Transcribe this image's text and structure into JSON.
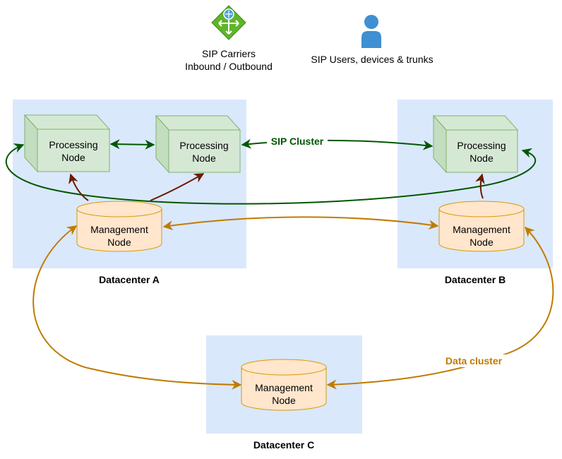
{
  "top": {
    "carriers_line1": "SIP Carriers",
    "carriers_line2": "Inbound / Outbound",
    "users": "SIP Users, devices & trunks"
  },
  "datacenters": {
    "a": "Datacenter A",
    "b": "Datacenter B",
    "c": "Datacenter C"
  },
  "nodes": {
    "processing_line1": "Processing",
    "processing_line2": "Node",
    "management_line1": "Management",
    "management_line2": "Node"
  },
  "clusters": {
    "sip": "SIP Cluster",
    "data": "Data cluster"
  },
  "colors": {
    "datacenter_bg": "#dae8fc",
    "processing_fill": "#d5e8d4",
    "processing_stroke": "#82b366",
    "management_fill": "#ffe6cc",
    "management_stroke": "#d79b00",
    "sip_cluster": "#005700",
    "data_cluster": "#c07b00",
    "link": "#6b1a00"
  },
  "icons": {
    "carriers": "router-icon",
    "users": "user-icon"
  }
}
